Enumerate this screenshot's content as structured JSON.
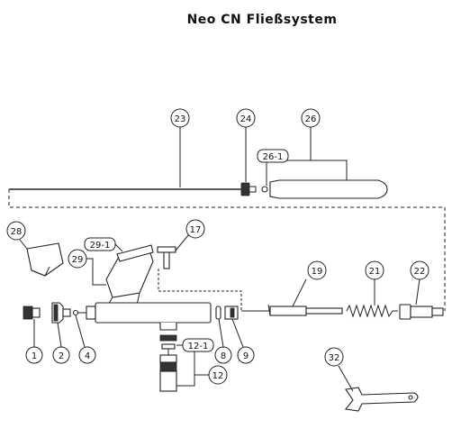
{
  "title": "Neo CN Fließsystem",
  "callouts": [
    {
      "id": "c1",
      "label": "1"
    },
    {
      "id": "c2",
      "label": "2"
    },
    {
      "id": "c4",
      "label": "4"
    },
    {
      "id": "c8",
      "label": "8"
    },
    {
      "id": "c9",
      "label": "9"
    },
    {
      "id": "c12",
      "label": "12"
    },
    {
      "id": "c17",
      "label": "17"
    },
    {
      "id": "c19",
      "label": "19"
    },
    {
      "id": "c21",
      "label": "21"
    },
    {
      "id": "c22",
      "label": "22"
    },
    {
      "id": "c23",
      "label": "23"
    },
    {
      "id": "c24",
      "label": "24"
    },
    {
      "id": "c26",
      "label": "26"
    },
    {
      "id": "c28",
      "label": "28"
    },
    {
      "id": "c29",
      "label": "29"
    },
    {
      "id": "c32",
      "label": "32"
    }
  ],
  "badges": [
    {
      "id": "b26-1",
      "label": "26-1"
    },
    {
      "id": "b29-1",
      "label": "29-1"
    },
    {
      "id": "b12-1",
      "label": "12-1"
    }
  ]
}
